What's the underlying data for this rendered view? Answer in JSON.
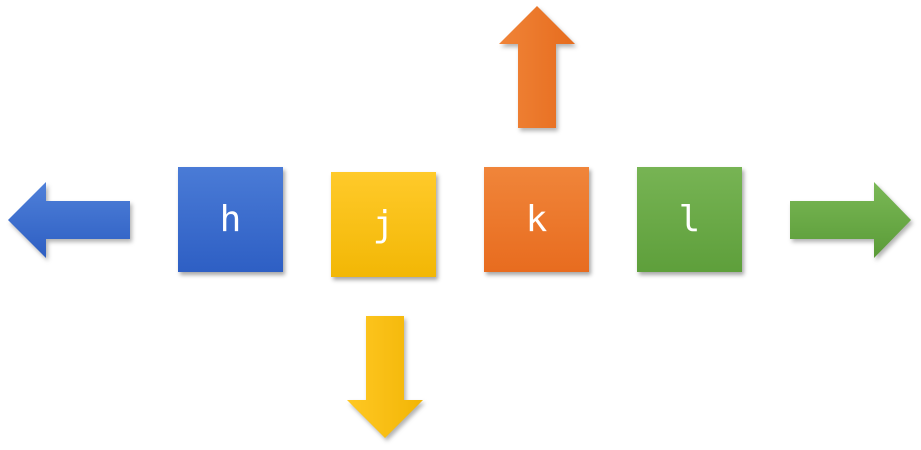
{
  "keys": {
    "h": {
      "label": "h",
      "color": "#3a6ccf",
      "direction": "left"
    },
    "j": {
      "label": "j",
      "color": "#f5be0b",
      "direction": "down"
    },
    "k": {
      "label": "k",
      "color": "#ea7326",
      "direction": "up"
    },
    "l": {
      "label": "l",
      "color": "#69a845",
      "direction": "right"
    }
  },
  "arrows": {
    "left": {
      "icon": "arrow-left-icon",
      "color": "#3a6ccf"
    },
    "down": {
      "icon": "arrow-down-icon",
      "color": "#f5be0b"
    },
    "up": {
      "icon": "arrow-up-icon",
      "color": "#ea7326"
    },
    "right": {
      "icon": "arrow-right-icon",
      "color": "#69a845"
    }
  }
}
